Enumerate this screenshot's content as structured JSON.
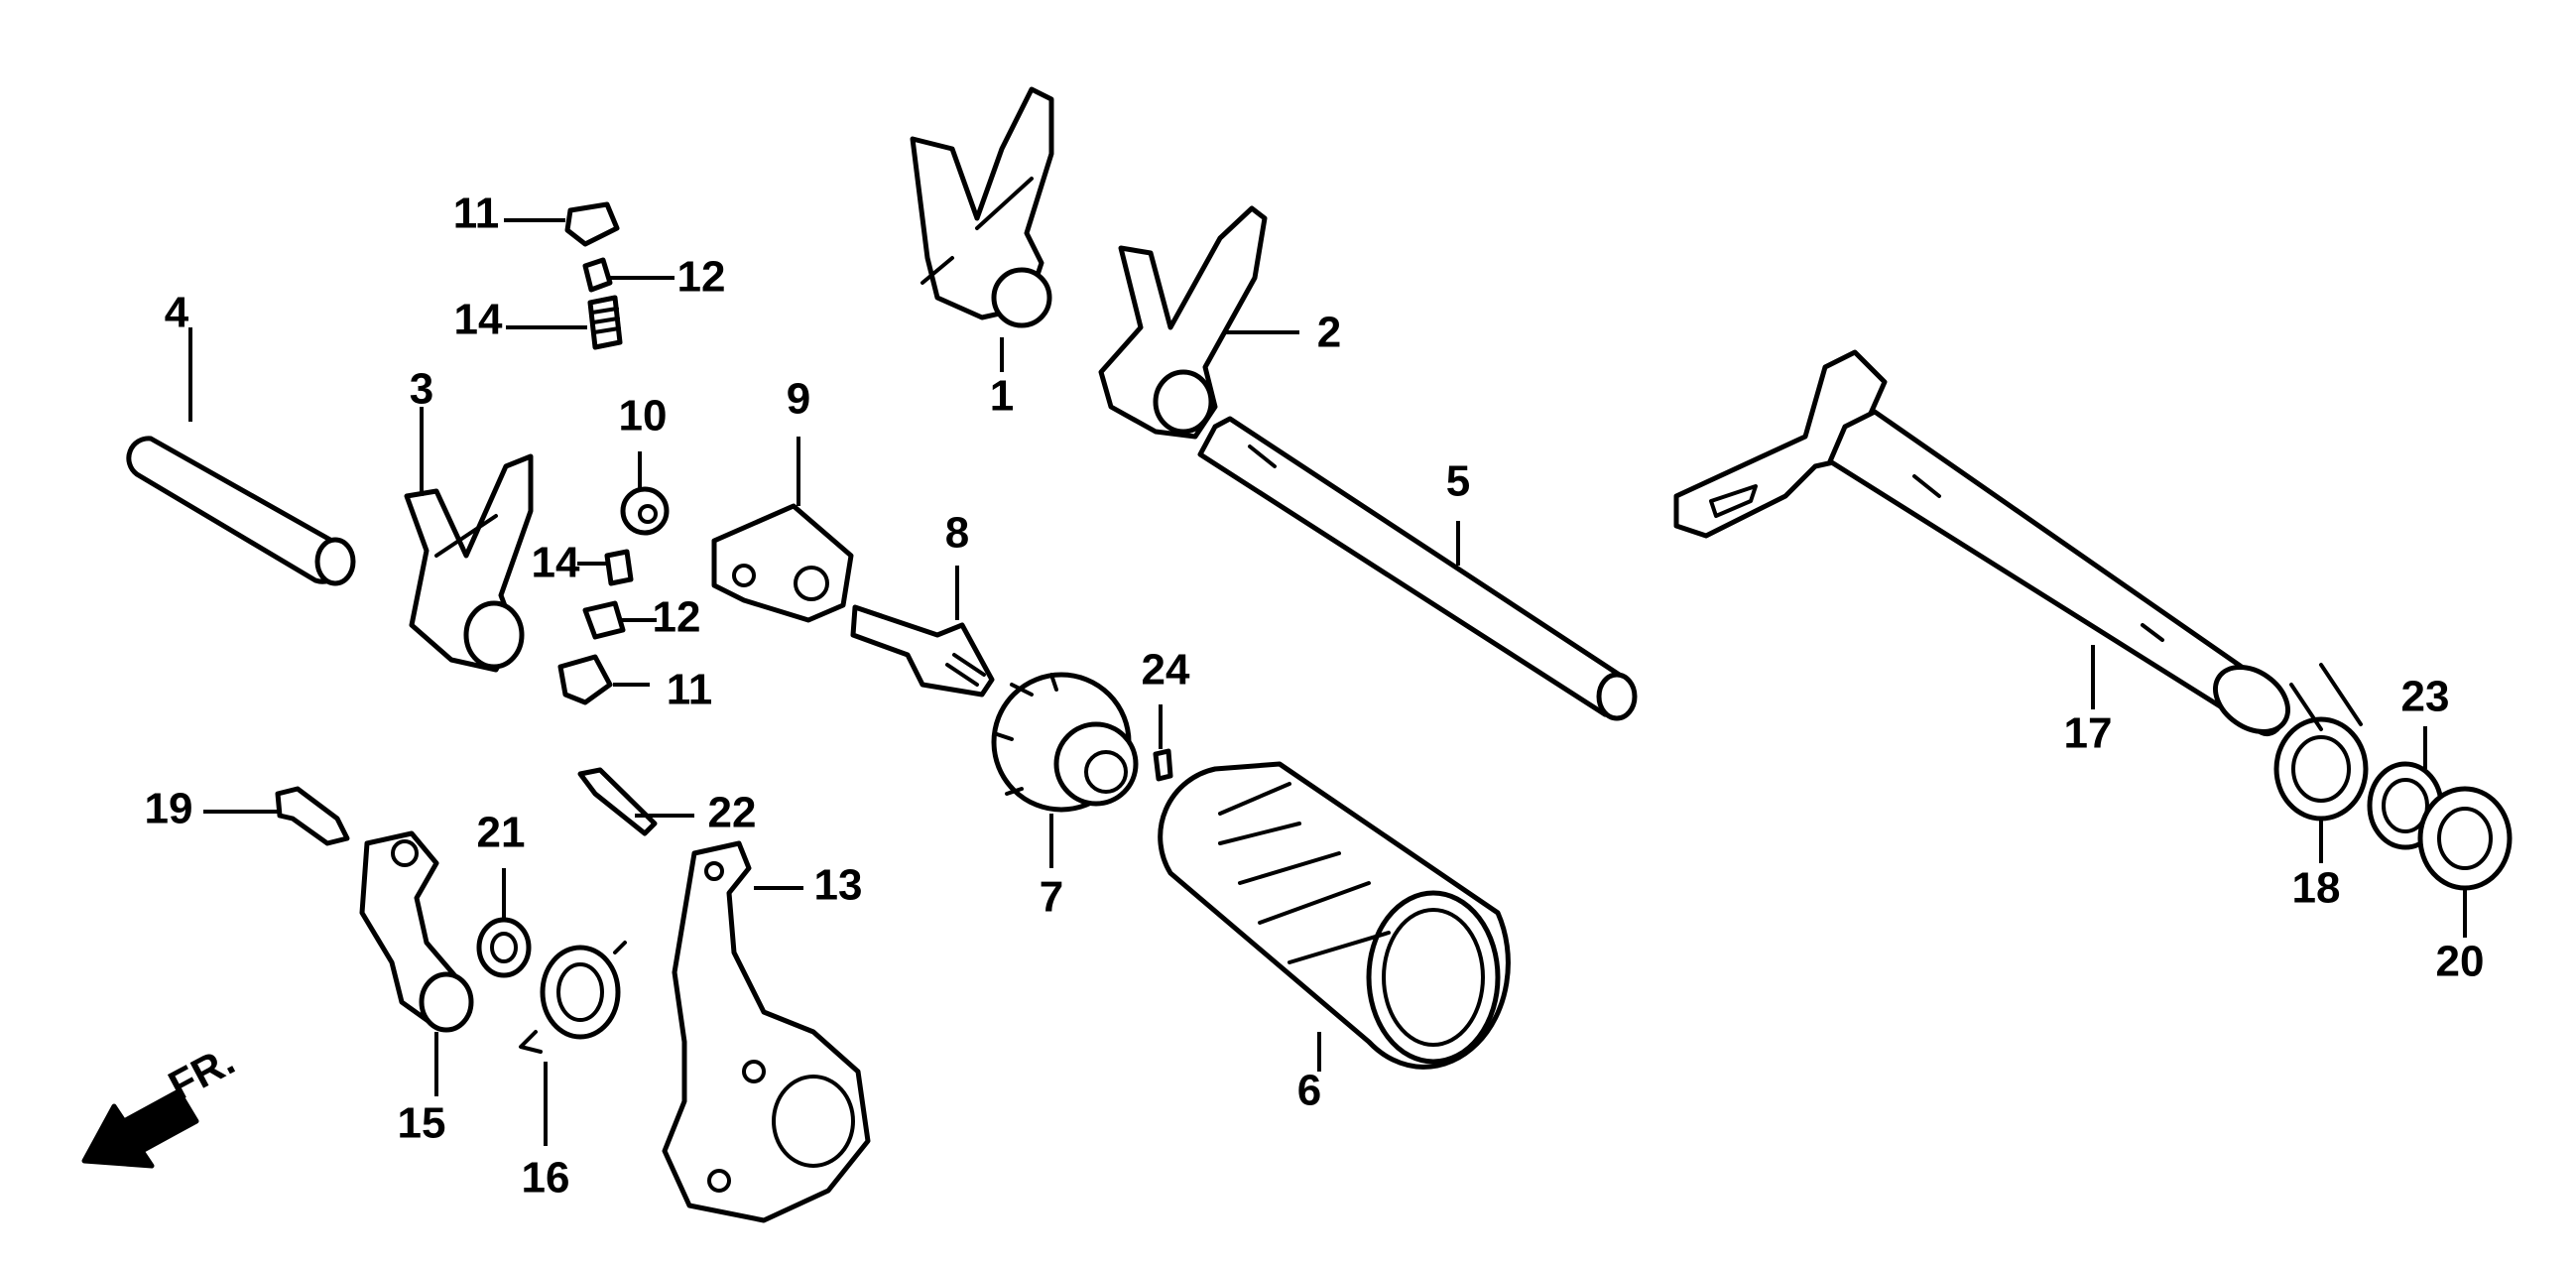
{
  "labels": {
    "p1": "1",
    "p2": "2",
    "p3": "3",
    "p4": "4",
    "p5": "5",
    "p6": "6",
    "p7": "7",
    "p8": "8",
    "p9": "9",
    "p10": "10",
    "p11a": "11",
    "p11b": "11",
    "p12a": "12",
    "p12b": "12",
    "p13": "13",
    "p14a": "14",
    "p14b": "14",
    "p15": "15",
    "p16": "16",
    "p17": "17",
    "p18": "18",
    "p19": "19",
    "p20": "20",
    "p21": "21",
    "p22": "22",
    "p23": "23",
    "p24": "24"
  },
  "direction": {
    "label": "FR."
  },
  "colors": {
    "line": "#000000",
    "background": "#ffffff"
  }
}
